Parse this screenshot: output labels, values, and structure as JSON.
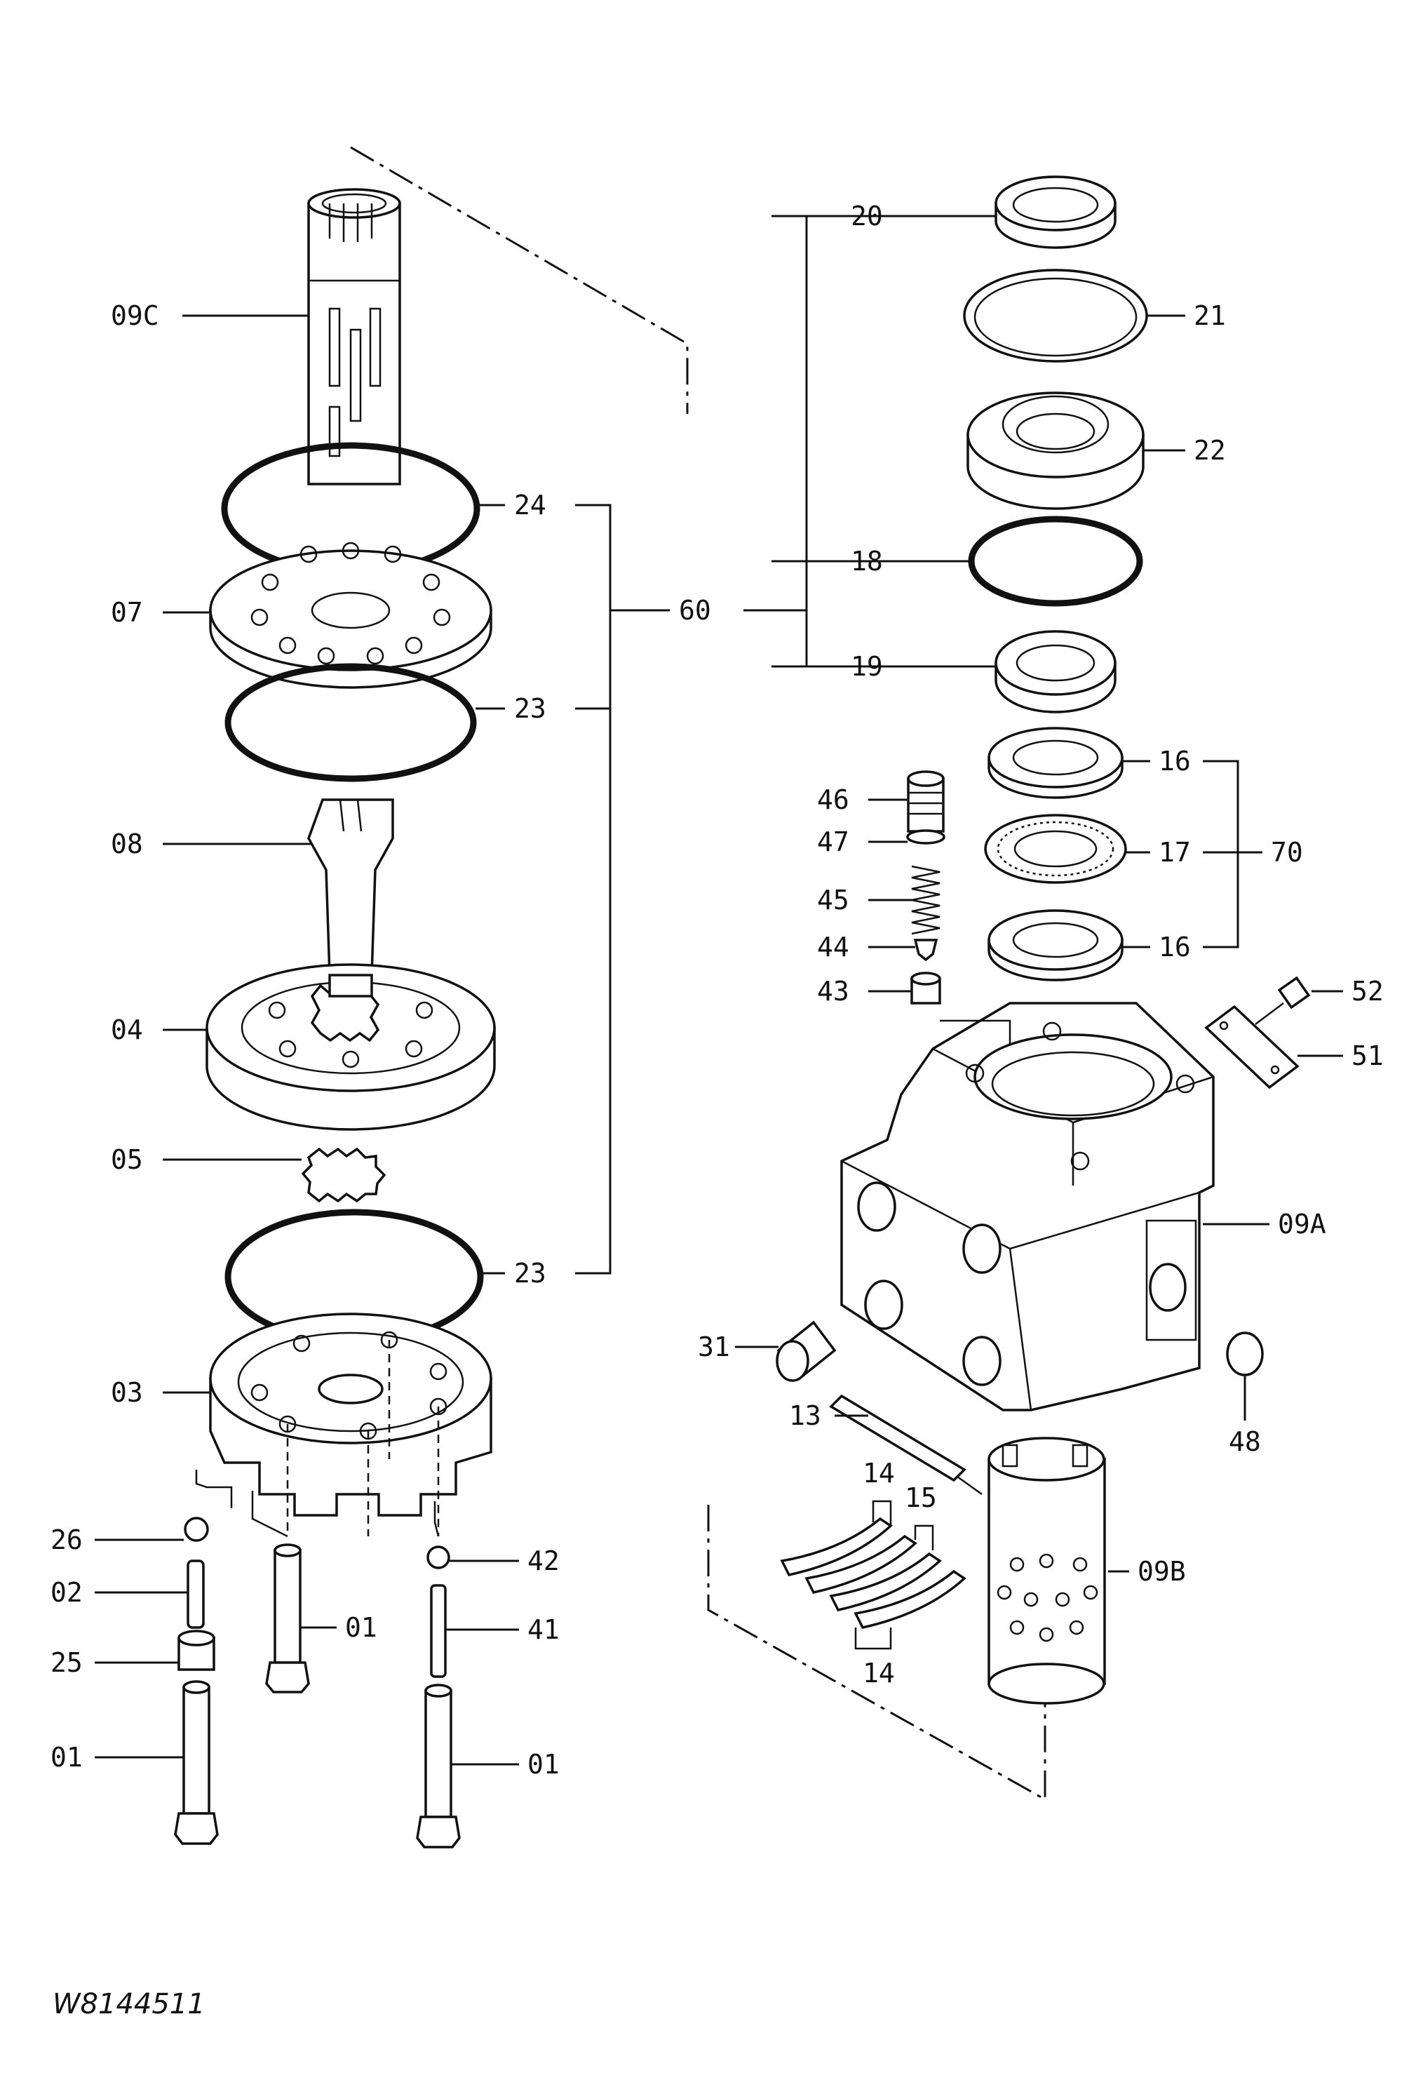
{
  "drawing_code": "W8144511",
  "callouts": {
    "c09C": "09C",
    "c24": "24",
    "c07": "07",
    "c60": "60",
    "c23a": "23",
    "c08": "08",
    "c04": "04",
    "c05": "05",
    "c23b": "23",
    "c03": "03",
    "c26": "26",
    "c02": "02",
    "c25": "25",
    "c01a": "01",
    "c01b": "01",
    "c01c": "01",
    "c42": "42",
    "c41": "41",
    "c20": "20",
    "c21": "21",
    "c22": "22",
    "c18": "18",
    "c19": "19",
    "c16a": "16",
    "c17": "17",
    "c70": "70",
    "c16b": "16",
    "c46": "46",
    "c47": "47",
    "c45": "45",
    "c44": "44",
    "c43": "43",
    "c52": "52",
    "c51": "51",
    "c09A": "09A",
    "c31": "31",
    "c48": "48",
    "c13": "13",
    "c14a": "14",
    "c15": "15",
    "c14b": "14",
    "c09B": "09B"
  }
}
